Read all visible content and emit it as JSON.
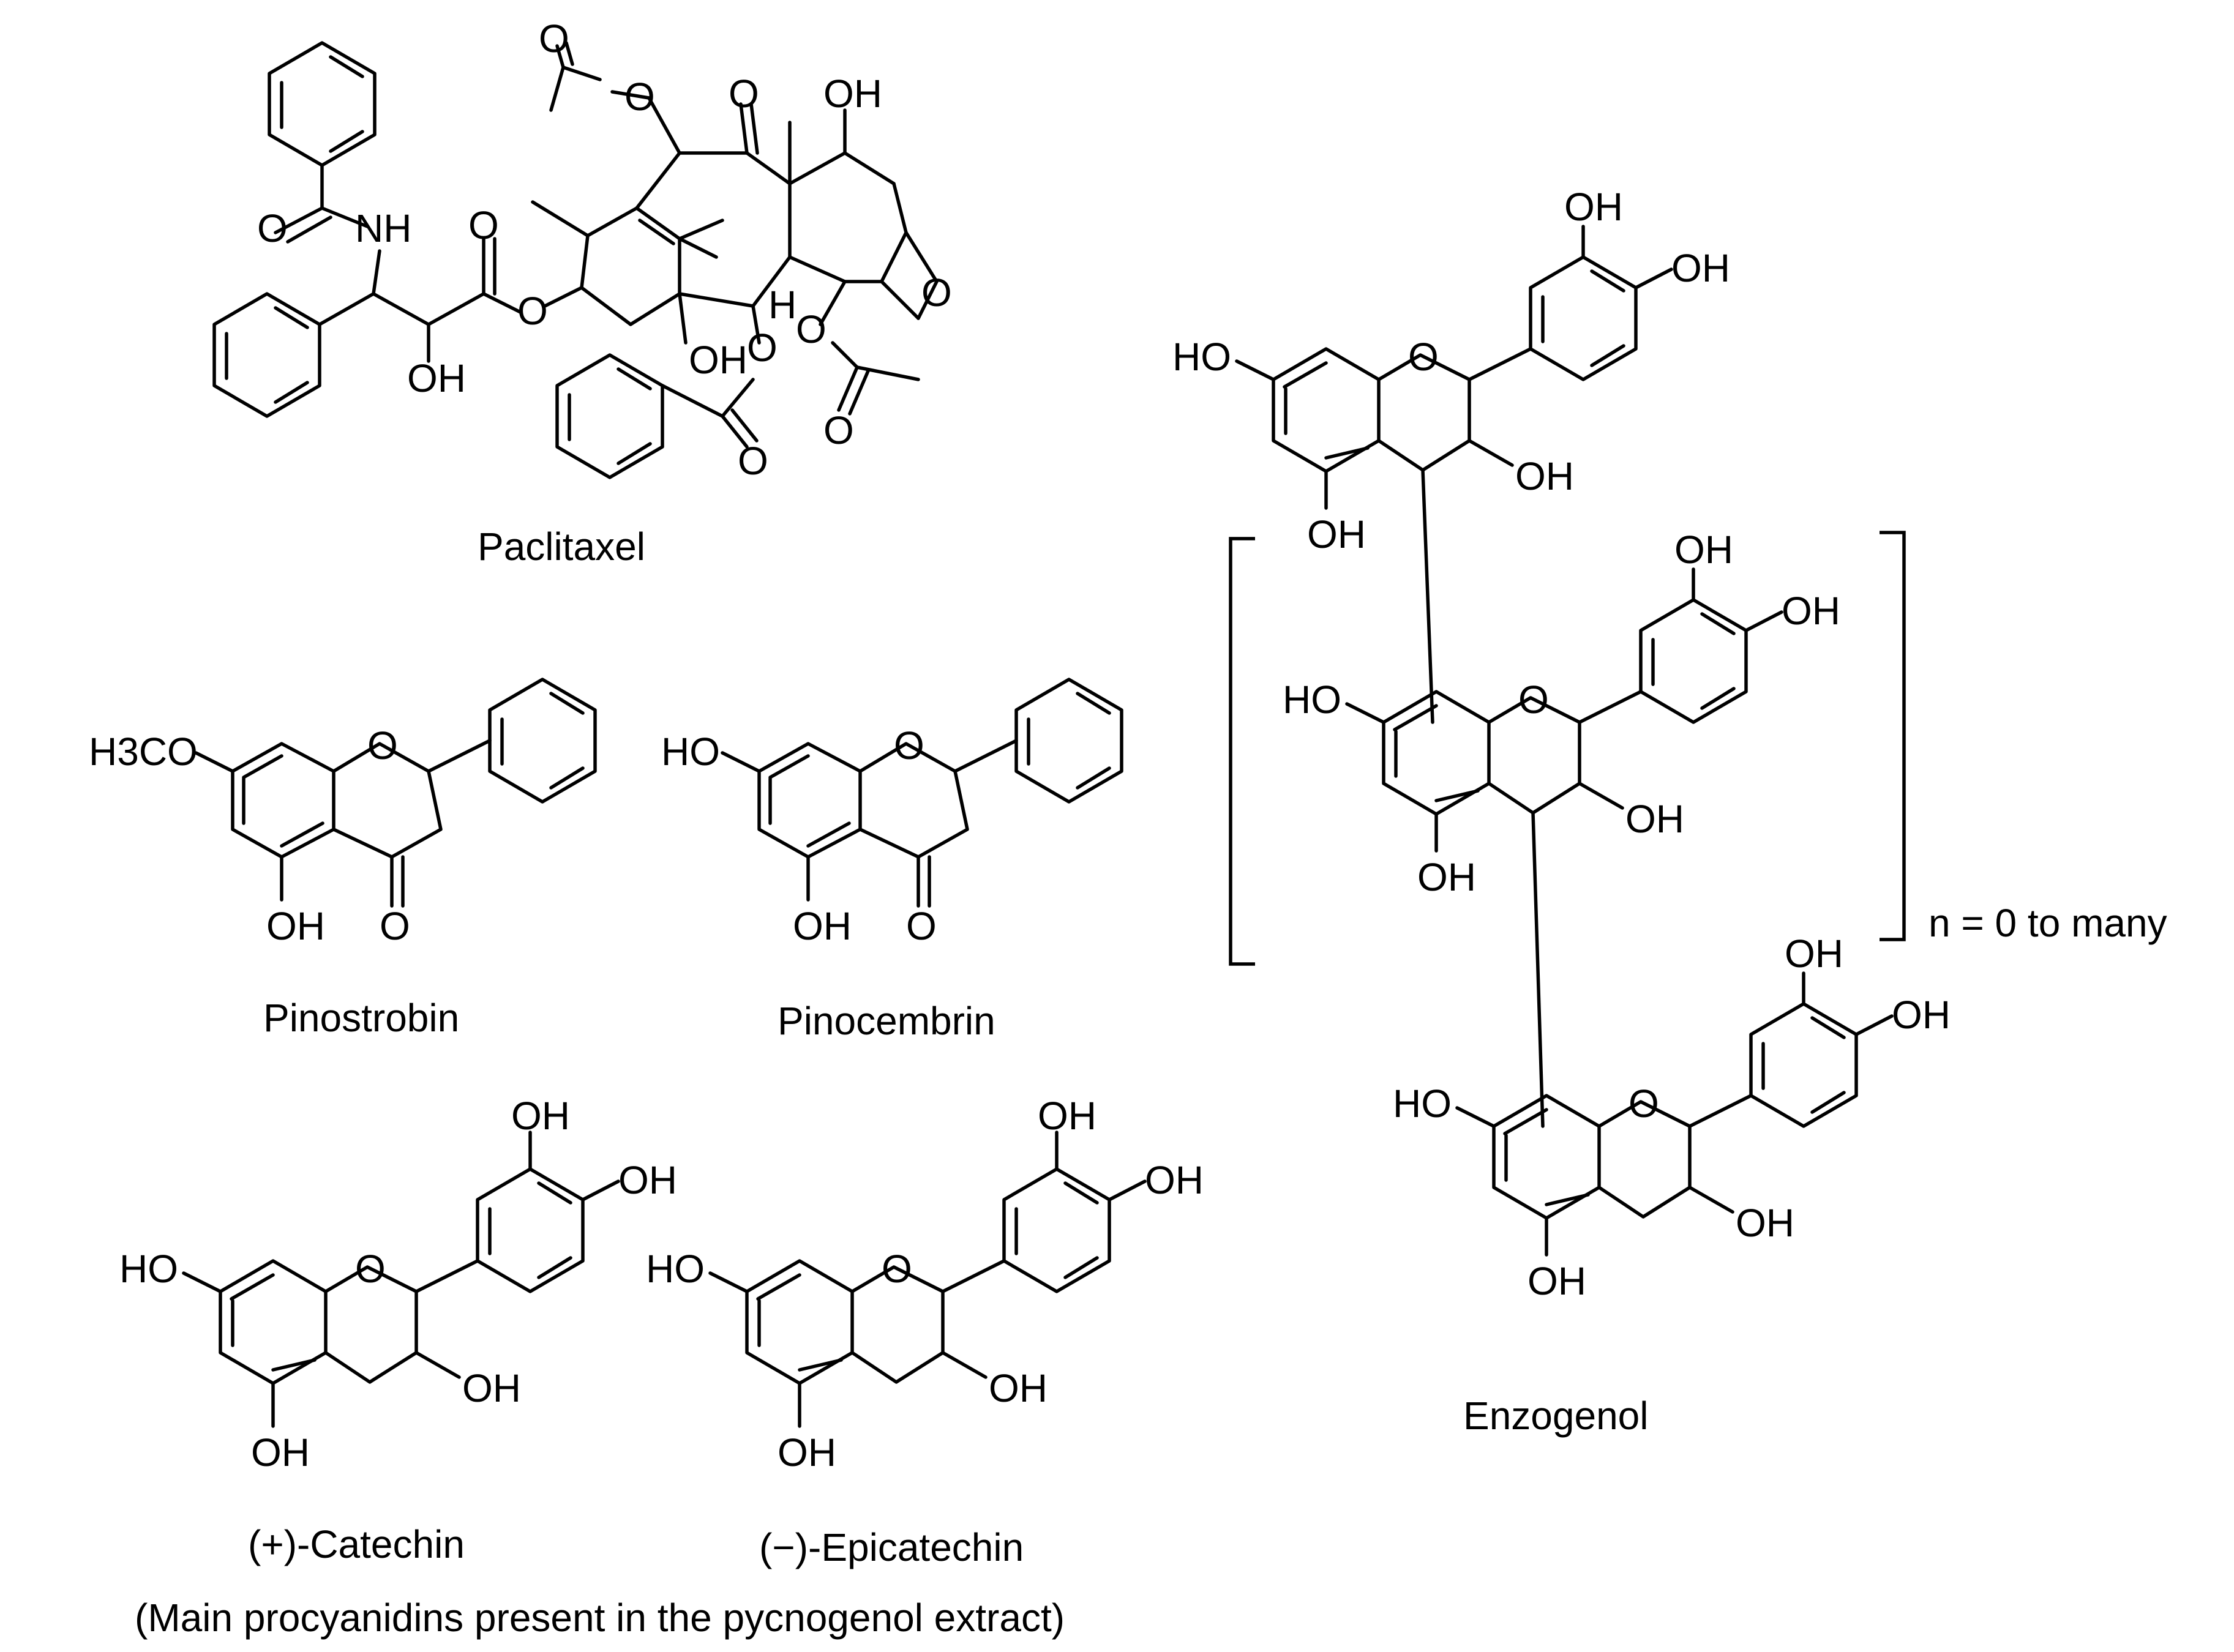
{
  "compounds": {
    "paclitaxel": {
      "name": "Paclitaxel"
    },
    "pinostrobin": {
      "name": "Pinostrobin"
    },
    "pinocembrin": {
      "name": "Pinocembrin"
    },
    "catechin": {
      "name": "(+)-Catechin"
    },
    "epicatechin": {
      "name": "(−)-Epicatechin"
    },
    "enzogenol": {
      "name": "Enzogenol"
    }
  },
  "caption": "(Main procyanidins present in the pycnogenol extract)",
  "repeat_label": "n = 0 to many",
  "atoms": {
    "oh": "OH",
    "ho": "HO",
    "o": "O",
    "nh": "NH",
    "h": "H",
    "h3co": "H3CO"
  }
}
